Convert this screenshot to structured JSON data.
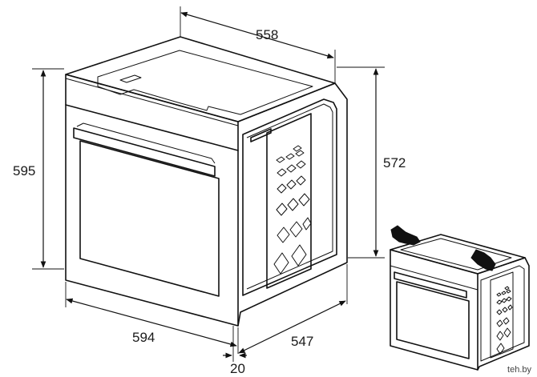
{
  "dimensions": {
    "width_top": "558",
    "height_left": "595",
    "height_right": "572",
    "width_front": "594",
    "depth_side": "547",
    "front_offset": "20"
  },
  "watermark": "teh.by",
  "colors": {
    "line": "#111111",
    "background": "#ffffff"
  }
}
